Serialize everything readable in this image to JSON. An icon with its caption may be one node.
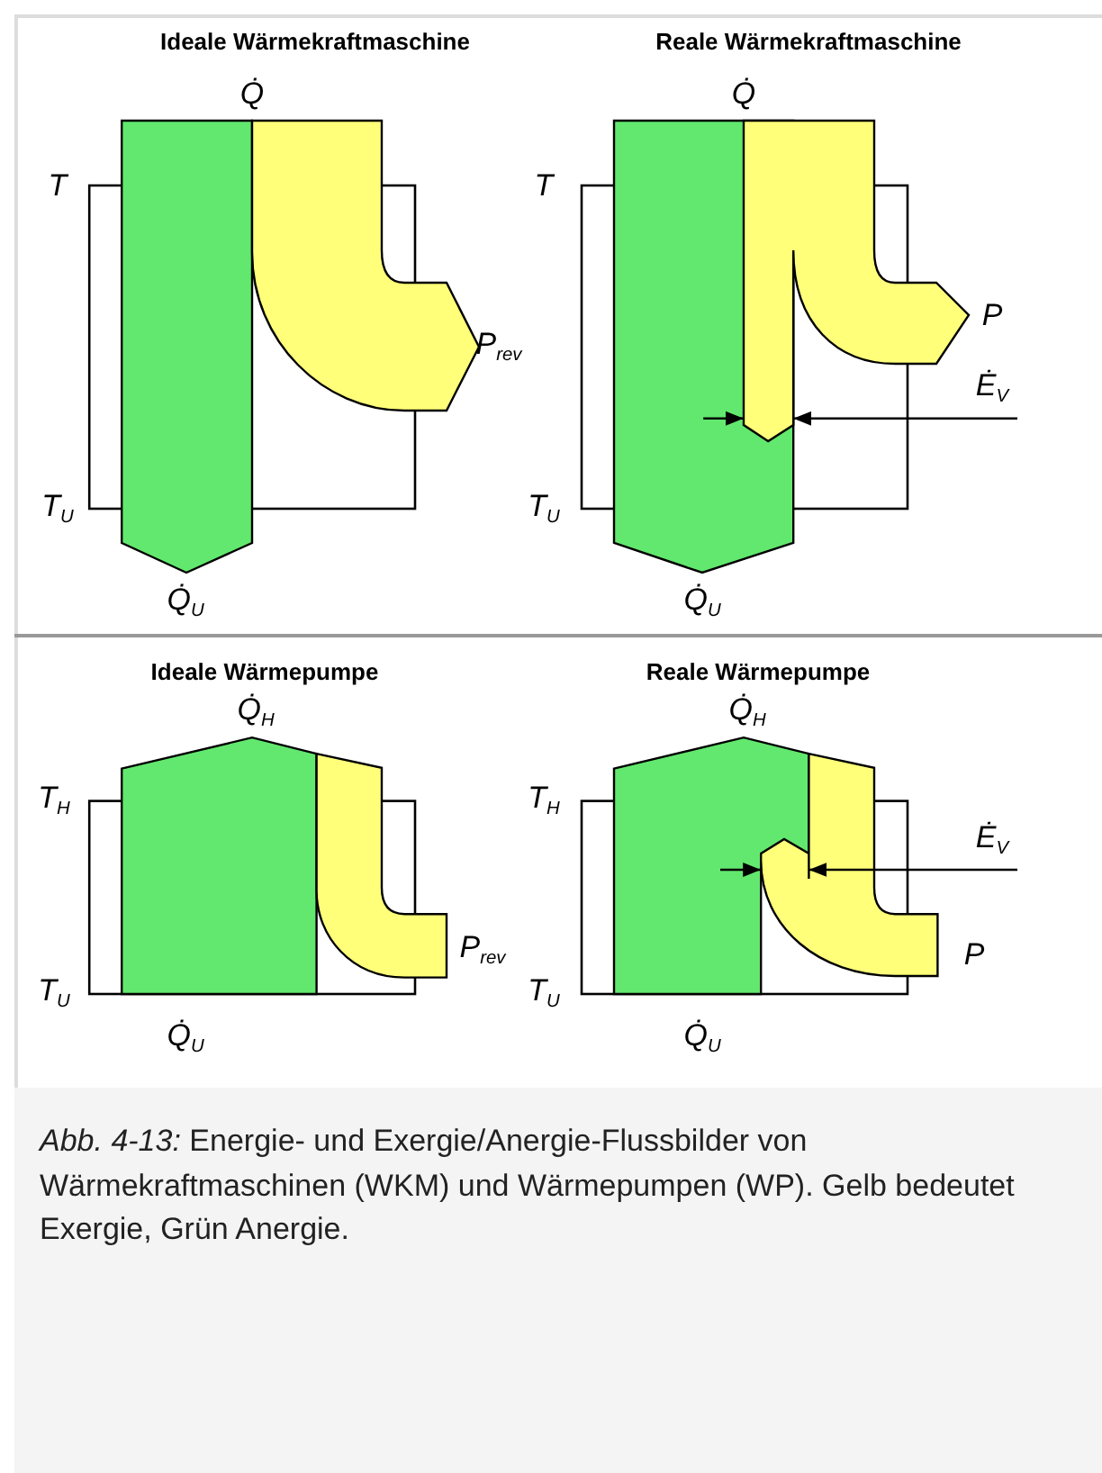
{
  "diagram": {
    "caption": "*Abb. 4-13:* Energie- und Exergie/Anergie-Flussbilder von Wärmekraftmaschinen (WKM) und Wärmepumpen (WP). Gelb bedeutet Exergie, Grün Anergie.",
    "labels": [
      "Ideale Wärmekraftmaschine",
      "Q̇",
      "T",
      "P$_{rev}$",
      "T$_{U}$",
      "Q̇$_{U}$",
      "Reale Wärmekraftmaschine",
      "Q̇",
      "T",
      "P",
      "Ė$_{V}$",
      "T$_{U}$",
      "Q̇$_{U}$",
      "Ideale Wärmepumpe",
      "Q̇$_{H}$",
      "T$_{H}$",
      "P$_{rev}$",
      "T$_{U}$",
      "Q̇$_{U}$",
      "Reale Wärmepumpe",
      "Q̇$_{H}$",
      "T$_{H}$",
      "Ė$_{V}$",
      "P",
      "T$_{U}$",
      "Q̇$_{U}$"
    ]
  }
}
